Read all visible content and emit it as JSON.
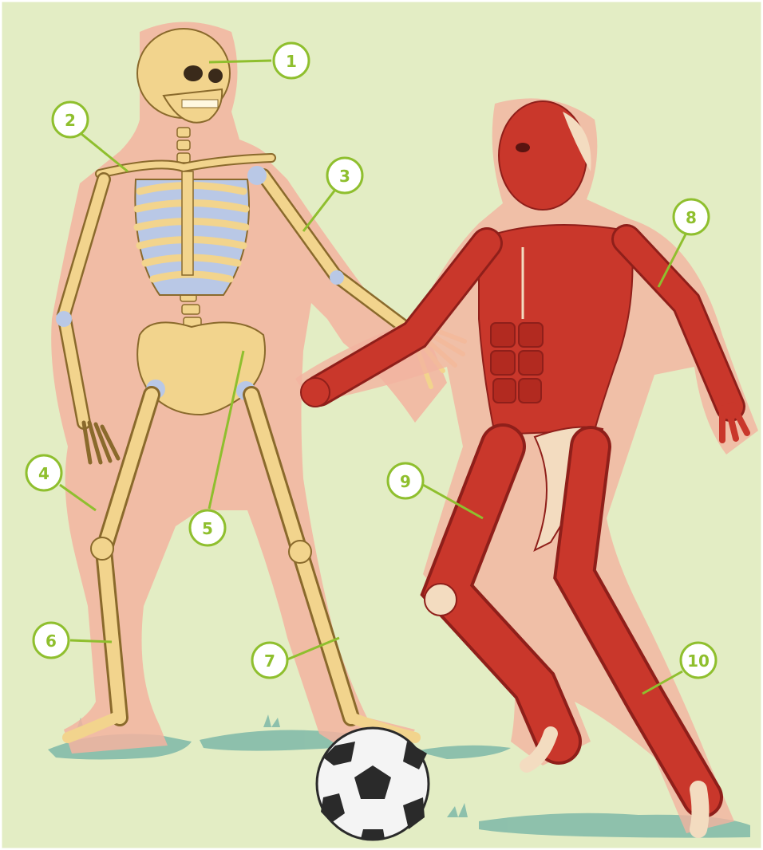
{
  "colors": {
    "background": "#e3edc4",
    "halo": "#f3b3a0",
    "bone": "#f2d48d",
    "bone_outline": "#8a6a2c",
    "cartilage": "#b9c8e6",
    "muscle": "#c9372b",
    "muscle_dark": "#8f1f1a",
    "tendon": "#f3dcc0",
    "grass": "#7fb9a8",
    "callout": "#8fbf2e",
    "ball_white": "#f4f4f4",
    "ball_black": "#2a2a2a"
  },
  "figures": [
    {
      "name": "skeleton",
      "icon": "skeleton-figure"
    },
    {
      "name": "muscular-system",
      "icon": "muscle-figure"
    },
    {
      "name": "football",
      "icon": "football-icon"
    }
  ],
  "callouts": [
    {
      "label": "1"
    },
    {
      "label": "2"
    },
    {
      "label": "3"
    },
    {
      "label": "4"
    },
    {
      "label": "5"
    },
    {
      "label": "6"
    },
    {
      "label": "7"
    },
    {
      "label": "8"
    },
    {
      "label": "9"
    },
    {
      "label": "10"
    }
  ]
}
